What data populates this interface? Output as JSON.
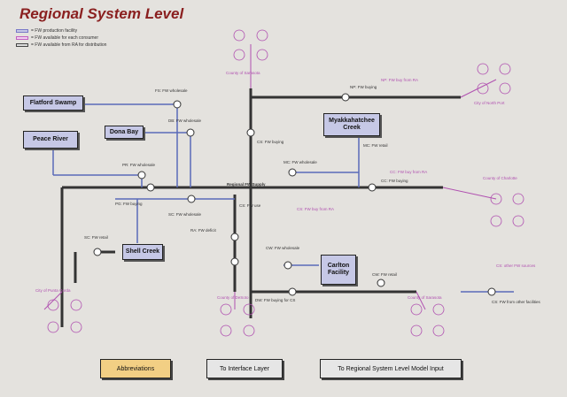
{
  "title": "Regional System Level",
  "legend": [
    {
      "label": "= FW production facility",
      "color": "#7878c8"
    },
    {
      "label": "= FW available for each consumer",
      "color": "#c060c0"
    },
    {
      "label": "= FW available from RA for distribution",
      "color": "#444444"
    }
  ],
  "facilities": [
    {
      "id": "flatford",
      "label": "Flatford Swamp"
    },
    {
      "id": "dona",
      "label": "Dona Bay"
    },
    {
      "id": "peace",
      "label": "Peace River"
    },
    {
      "id": "myakka",
      "label": "Myakkahatchee Creek"
    },
    {
      "id": "shell",
      "label": "Shell Creek"
    },
    {
      "id": "carlton",
      "label": "Carlton Facility"
    }
  ],
  "labels": {
    "fs_wholesale": "FS: FW wholesale",
    "db_wholesale": "DB: FW wholesale",
    "pr_wholesale": "PR: FW wholesale",
    "mc_wholesale": "MC: FW wholesale",
    "sc_wholesale": "SC: FW wholesale",
    "cw_wholesale": "CW: FW wholesale",
    "regional_supply": "Regional FW Supply",
    "np_buying": "NP: FW buying",
    "cs_buying": "CS: FW buying",
    "cc_buying": "CC: FW buying",
    "pg_buying": "PG: FW buying",
    "dw_buying": "DW: FW buying for CS",
    "mc_retail": "MC: FW retail",
    "sc_retail": "SC: FW retail",
    "cw_retail": "CW: FW retail",
    "ra_deficit": "RA: FW deficit",
    "cs_use": "CS: FW use",
    "county_sarasota": "County of Sarasota",
    "city_north_port": "City of North Port",
    "county_charlotte": "County of Charlotte",
    "city_punta_gorda": "City of Punta Gorda",
    "county_desoto": "County of DeSoto",
    "county_sarasota2": "County of Sarasota",
    "cs_other_sources": "CS: other FW sources",
    "cs_from_other": "CS: FW from other facilities",
    "cs_buy_from_ra": "CS: FW buy from RA",
    "np_buy_from_ra": "NP: FW buy from RA",
    "cc_buy_from_ra": "CC: FW buy from RA"
  },
  "buttons": {
    "abbreviations": "Abbreviations",
    "interface": "To Interface Layer",
    "model_input": "To Regional System Level Model Input"
  }
}
